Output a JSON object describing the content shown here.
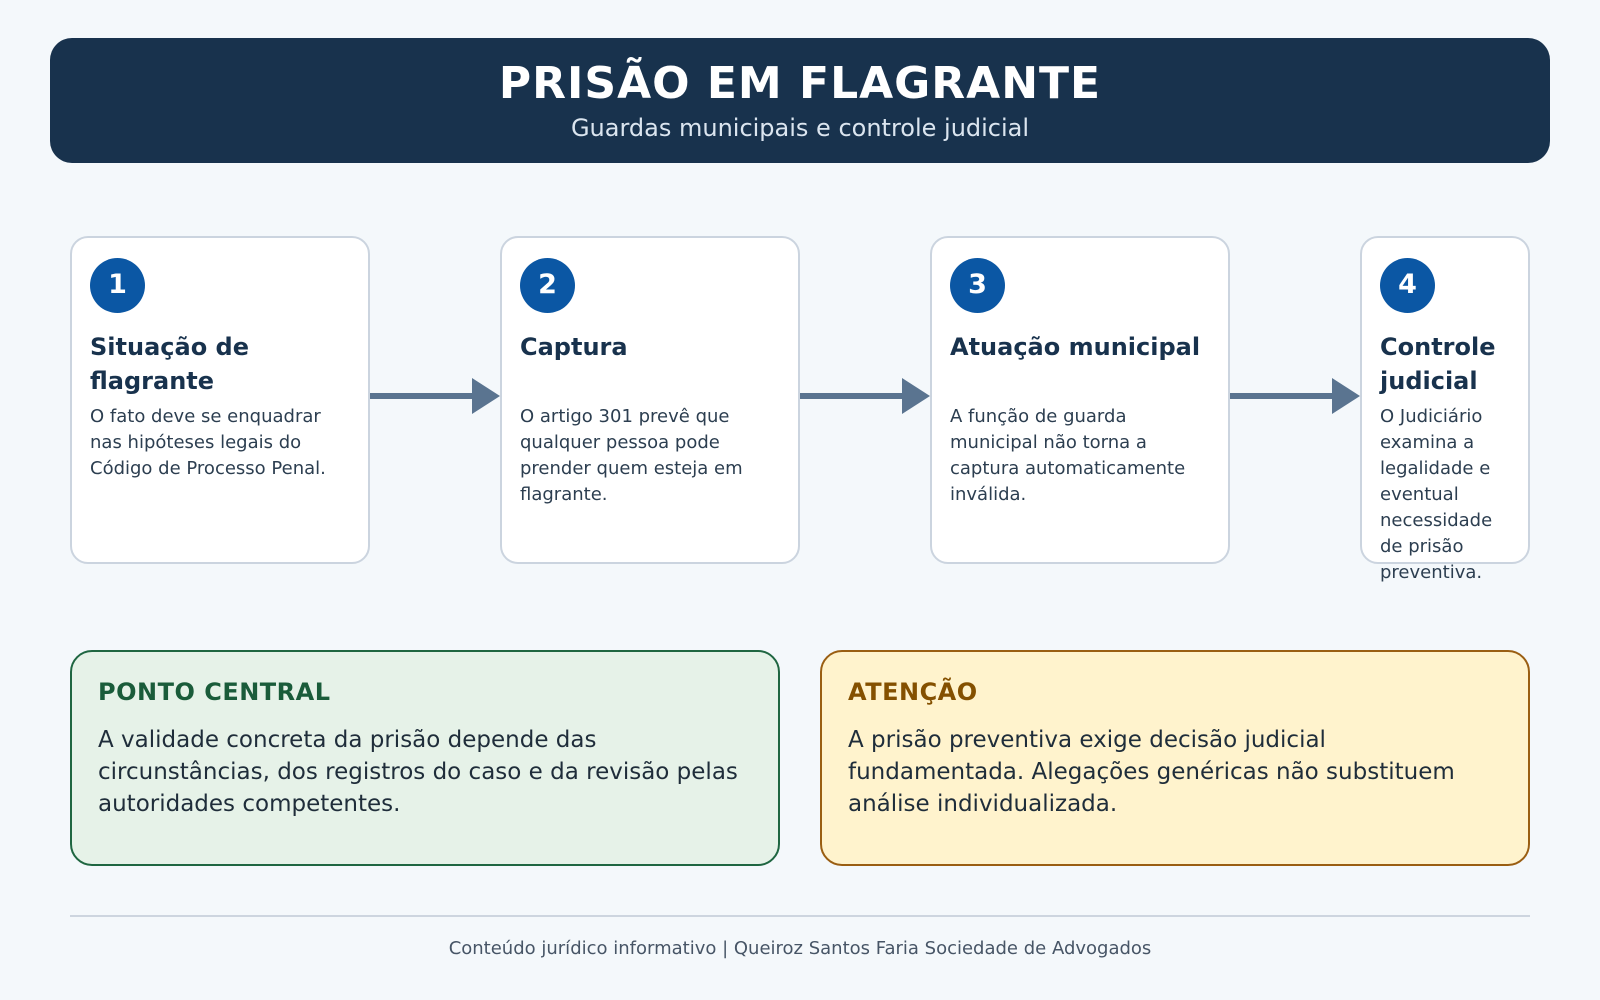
{
  "header": {
    "title": "PRISÃO EM FLAGRANTE",
    "subtitle": "Guardas municipais e controle judicial"
  },
  "steps": [
    {
      "number": "1",
      "title": "Situação de flagrante",
      "description": "O fato deve se enquadrar nas hipóteses legais do Código de Processo Penal."
    },
    {
      "number": "2",
      "title": "Captura",
      "description": "O artigo 301 prevê que qualquer pessoa pode prender quem esteja em flagrante."
    },
    {
      "number": "3",
      "title": "Atuação municipal",
      "description": "A função de guarda municipal não torna a captura automaticamente inválida."
    },
    {
      "number": "4",
      "title": "Controle judicial",
      "description": "O Judiciário examina a legalidade e eventual necessidade de prisão preventiva."
    }
  ],
  "central_point": {
    "title": "PONTO CENTRAL",
    "text": "A validade concreta da prisão depende das circunstâncias, dos registros do caso e da revisão pelas autoridades competentes."
  },
  "attention": {
    "title": "ATENÇÃO",
    "text": "A prisão preventiva exige decisão judicial fundamentada. Alegações genéricas não substituem análise individualizada."
  },
  "footer": {
    "text": "Conteúdo jurídico informativo | Queiroz Santos Faria Sociedade de Advogados"
  },
  "colors": {
    "header_bg": "#18324d",
    "step_badge": "#0b57a4",
    "arrow": "#5a7490",
    "central_border": "#1f6641",
    "central_bg": "#e6f2e8",
    "attention_border": "#9a5e12",
    "attention_bg": "#fff3cd"
  }
}
